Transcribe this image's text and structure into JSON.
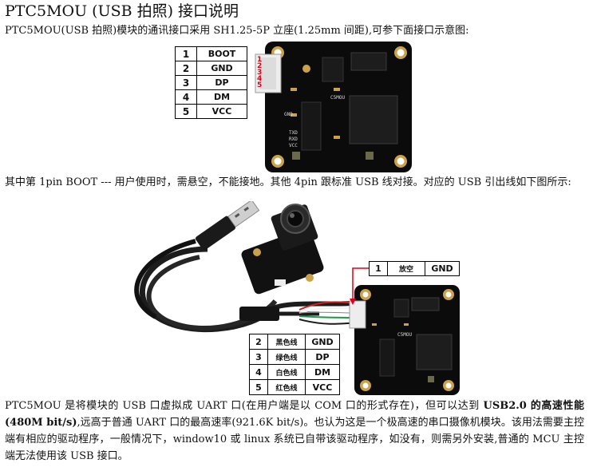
{
  "title": "PTC5MOU (USB 拍照) 接口说明",
  "intro": "PTC5MOU(USB 拍照)模块的通讯接口采用 SH1.25-5P 立座(1.25mm 间距),可参下面接口示意图:",
  "pin_table_top": {
    "rows": [
      {
        "num": "1",
        "label": "BOOT"
      },
      {
        "num": "2",
        "label": "GND"
      },
      {
        "num": "3",
        "label": "DP"
      },
      {
        "num": "4",
        "label": "DM"
      },
      {
        "num": "5",
        "label": "VCC"
      }
    ]
  },
  "connector_pin_numbers": [
    "1",
    "2",
    "3",
    "4",
    "5"
  ],
  "board_silkscreen": [
    "GND",
    "C5MOU",
    "TXD",
    "RXD",
    "VCC"
  ],
  "description": "其中第 1pin BOOT --- 用户使用时，需悬空，不能接地。其他 4pin 跟标准 USB 线对接。对应的 USB 引出线如下图所示:",
  "usb_pin_table_right": {
    "rows": [
      {
        "num": "1",
        "color": "放空",
        "label": "GND"
      }
    ]
  },
  "usb_pin_table_bottom": {
    "rows": [
      {
        "num": "2",
        "color": "黑色线",
        "label": "GND"
      },
      {
        "num": "3",
        "color": "绿色线",
        "label": "DP"
      },
      {
        "num": "4",
        "color": "白色线",
        "label": "DM"
      },
      {
        "num": "5",
        "color": "红色线",
        "label": "VCC"
      }
    ]
  },
  "summary": {
    "part1": "PTC5MOU 是将模块的 USB 口虚拟成 UART 口(在用户端是以 COM 口的形式存在)，但可以达到 ",
    "bold1": "USB2.0 的高速性能(480M bit/s)",
    "part2": ",远高于普通 UART 口的最高速率(921.6K bit/s)。也认为这是一个极高速的串口摄像机模块。该用法需要主控端有相应的驱动程序，一般情况下，window10 或 linux 系统已自带该驱动程序，如没有，则需另外安装,普通的 MCU 主控端无法使用该 USB 接口。"
  },
  "colors": {
    "board": "#0b0b0b",
    "pad": "#c9a24a",
    "connector": "#ededed",
    "pin_label": "#e0001a",
    "wire_red": "#d41e1e",
    "wire_green": "#1f9a4a",
    "wire_white": "#f2f2f2",
    "wire_black": "#1a1a1a",
    "cable": "#1c1c1c"
  }
}
